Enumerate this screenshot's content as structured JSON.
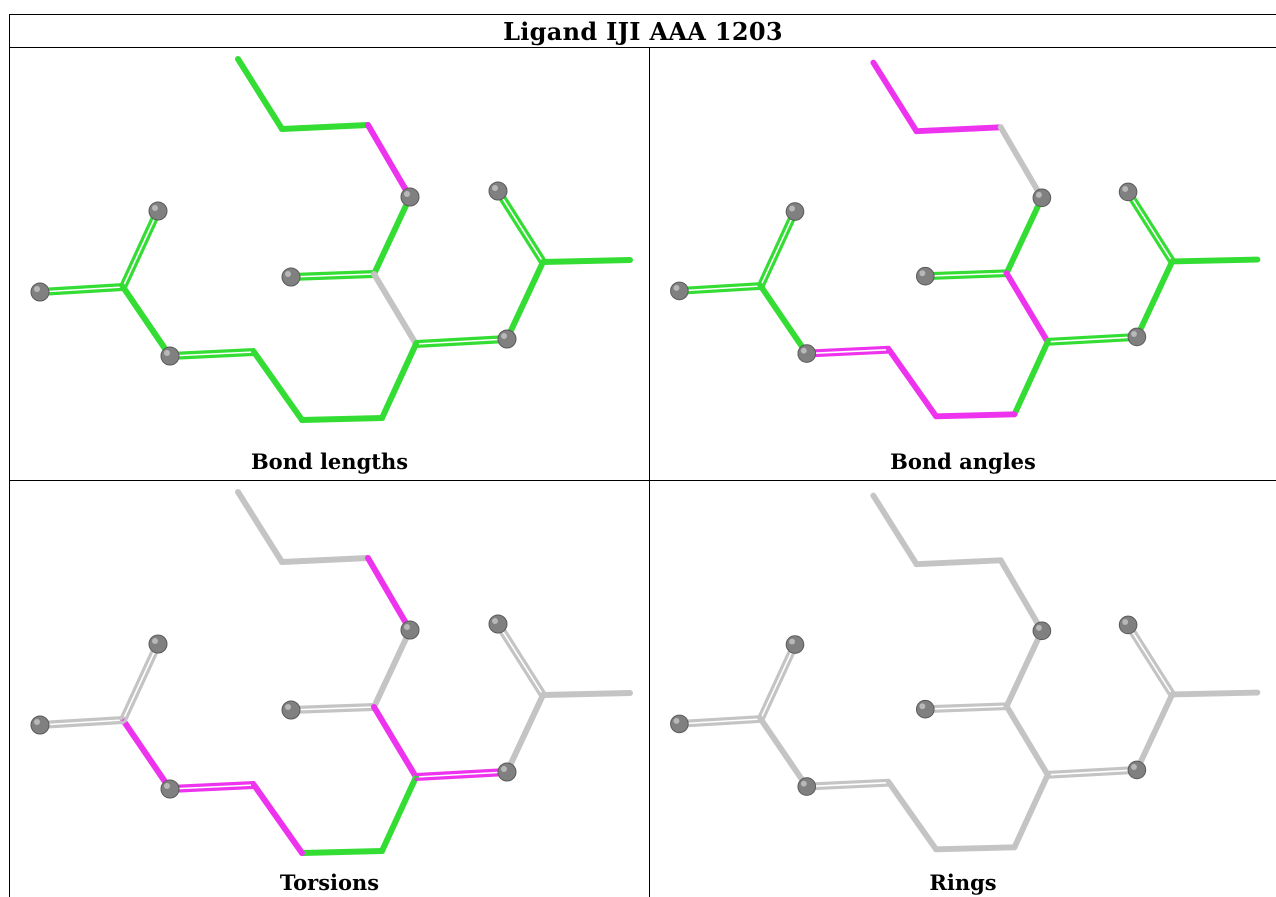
{
  "title": "Ligand IJI AAA 1203",
  "colors": {
    "green": "#33dd33",
    "magenta": "#ee33ee",
    "gray": "#c4c4c4",
    "atom": "#808080"
  },
  "panels": [
    {
      "caption": "Bond lengths",
      "bond_colors": [
        "green",
        "green",
        "magenta",
        "green",
        "green",
        "gray",
        "green",
        "green",
        "green",
        "green",
        "green",
        "green",
        "green",
        "green",
        "green",
        "green"
      ]
    },
    {
      "caption": "Bond angles",
      "bond_colors": [
        "magenta",
        "magenta",
        "gray",
        "green",
        "green",
        "magenta",
        "green",
        "magenta",
        "magenta",
        "magenta",
        "green",
        "green",
        "green",
        "green",
        "green",
        "green"
      ]
    },
    {
      "caption": "Torsions",
      "bond_colors": [
        "gray",
        "gray",
        "magenta",
        "gray",
        "gray",
        "magenta",
        "green",
        "green",
        "magenta",
        "magenta",
        "magenta",
        "gray",
        "gray",
        "magenta",
        "gray",
        "gray"
      ]
    },
    {
      "caption": "Rings",
      "bond_colors": [
        "gray",
        "gray",
        "gray",
        "gray",
        "gray",
        "gray",
        "gray",
        "gray",
        "gray",
        "gray",
        "gray",
        "gray",
        "gray",
        "gray",
        "gray",
        "gray"
      ]
    }
  ]
}
